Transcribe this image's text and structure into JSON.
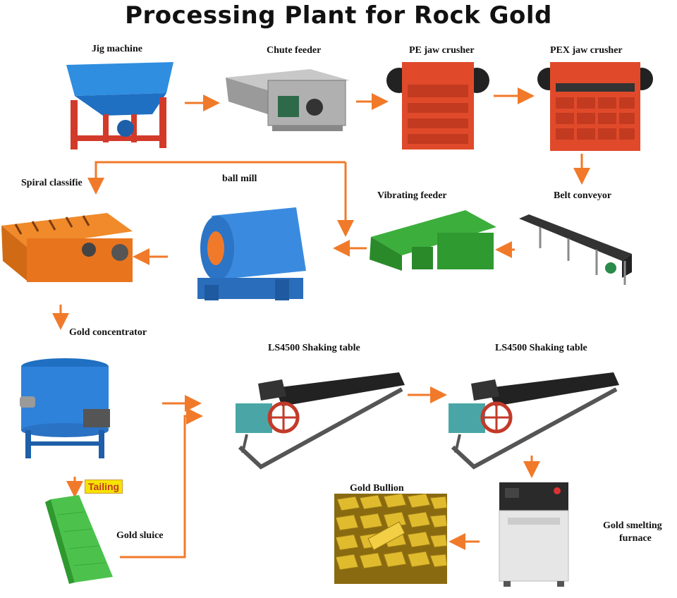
{
  "title": "Processing Plant for Rock Gold",
  "labels": {
    "jig": "Jig  machine",
    "chute": "Chute feeder",
    "pe": "PE jaw crusher",
    "pex": "PEX jaw crusher",
    "spiral": "Spiral classifie",
    "ballmill": "ball  mill",
    "vibrating": "Vibrating feeder",
    "belt": "Belt conveyor",
    "concentrator": "Gold concentrator",
    "shaking1": "LS4500 Shaking table",
    "shaking2": "LS4500 Shaking table",
    "tailing": "Tailing",
    "bullion": "Gold Bullion",
    "sluice": "Gold sluice",
    "furnace1": "Gold smelting",
    "furnace2": "furnace"
  },
  "colors": {
    "arrow": "#f07a2a",
    "blue": "#2f7fd6",
    "red": "#e04a2a",
    "orange": "#e96a1c",
    "green": "#3cae3c",
    "gray": "#8c8c8c",
    "gold": "#d9b325"
  }
}
